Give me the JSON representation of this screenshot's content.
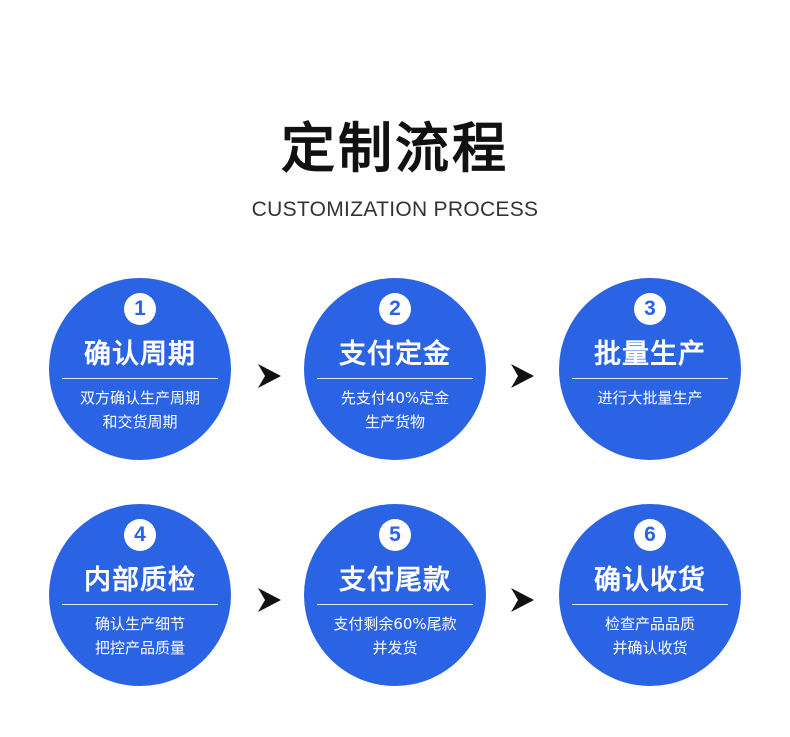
{
  "header": {
    "title": "定制流程",
    "subtitle": "CUSTOMIZATION PROCESS"
  },
  "colors": {
    "circle": "#2a63e4",
    "arrow": "#111111"
  },
  "steps": [
    {
      "number": "1",
      "title": "确认周期",
      "lines": [
        "双方确认生产周期",
        "和交货周期"
      ]
    },
    {
      "number": "2",
      "title": "支付定金",
      "lines": [
        "先支付40%定金",
        "生产货物"
      ]
    },
    {
      "number": "3",
      "title": "批量生产",
      "lines": [
        "进行大批量生产"
      ]
    },
    {
      "number": "4",
      "title": "内部质检",
      "lines": [
        "确认生产细节",
        "把控产品质量"
      ]
    },
    {
      "number": "5",
      "title": "支付尾款",
      "lines": [
        "支付剩余60%尾款",
        "并发货"
      ]
    },
    {
      "number": "6",
      "title": "确认收货",
      "lines": [
        "检查产品品质",
        "并确认收货"
      ]
    }
  ]
}
